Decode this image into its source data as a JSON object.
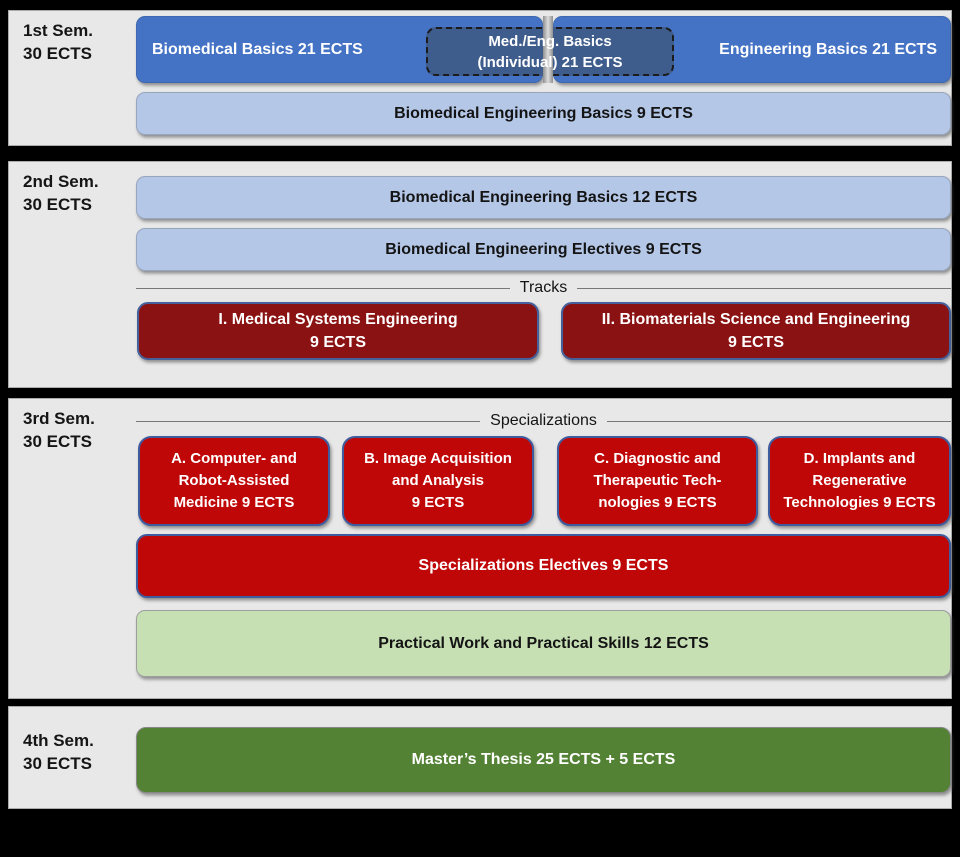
{
  "colors": {
    "background": "#000000",
    "panel_gray": "#E9E8E8",
    "accent_blue": "#4472C4",
    "dark_slate_blue": "#3F5D8C",
    "light_blue": "#B4C7E7",
    "dark_red": "#8B1212",
    "red": "#C00707",
    "light_green": "#C6E0B4",
    "dark_green": "#548235",
    "box_outline_blue": "#3E5C9E"
  },
  "sem1": {
    "label": "1st Sem.\n30 ECTS",
    "biomedical_basics": "Biomedical Basics 21 ECTS",
    "med_eng_individual": "Med./Eng. Basics\n(Individual) 21 ECTS",
    "engineering_basics": "Engineering Basics 21 ECTS",
    "bme_basics": "Biomedical Engineering Basics 9 ECTS"
  },
  "sem2": {
    "label": "2nd Sem.\n30 ECTS",
    "bme_basics": "Biomedical Engineering Basics 12 ECTS",
    "bme_electives": "Biomedical Engineering Electives 9 ECTS",
    "tracks_heading": "Tracks",
    "track_1": "I. Medical Systems Engineering\n9 ECTS",
    "track_2": "II. Biomaterials Science and Engineering\n9 ECTS"
  },
  "sem3": {
    "label": "3rd Sem.\n30 ECTS",
    "specializations_heading": "Specializations",
    "spec_a": "A. Computer- and\nRobot-Assisted\nMedicine 9 ECTS",
    "spec_b": "B. Image Acquisition\nand Analysis\n9  ECTS",
    "spec_c": "C. Diagnostic and\nTherapeutic Tech-\nnologies 9 ECTS",
    "spec_d": "D. Implants and\nRegenerative\nTechnologies 9 ECTS",
    "spec_electives": "Specializations Electives 9 ECTS",
    "practical": "Practical Work and Practical Skills 12 ECTS"
  },
  "sem4": {
    "label": "4th Sem.\n30 ECTS",
    "thesis": "Master’s Thesis 25 ECTS + 5 ECTS"
  }
}
